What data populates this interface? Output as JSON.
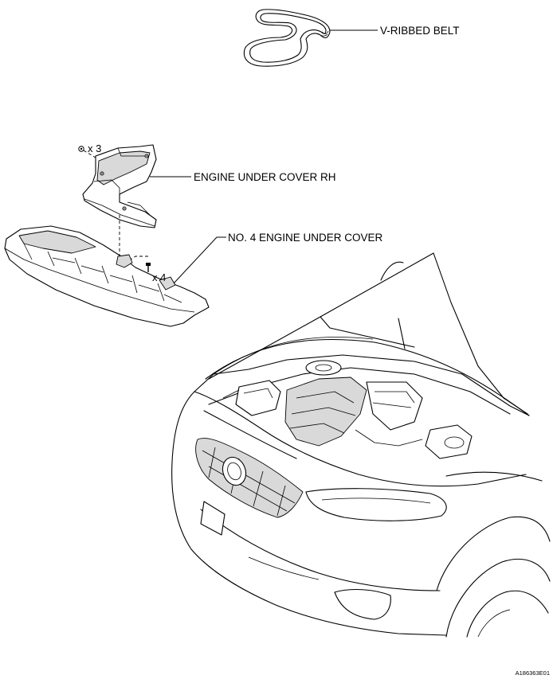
{
  "labels": {
    "v_ribbed_belt": "V-RIBBED BELT",
    "engine_under_cover_rh": "ENGINE UNDER COVER RH",
    "no4_engine_under_cover": "NO. 4 ENGINE UNDER COVER"
  },
  "quantities": {
    "rh_cover_clips": "x 3",
    "no4_cover_clips": "x 4"
  },
  "figure_id": "A186363E01"
}
